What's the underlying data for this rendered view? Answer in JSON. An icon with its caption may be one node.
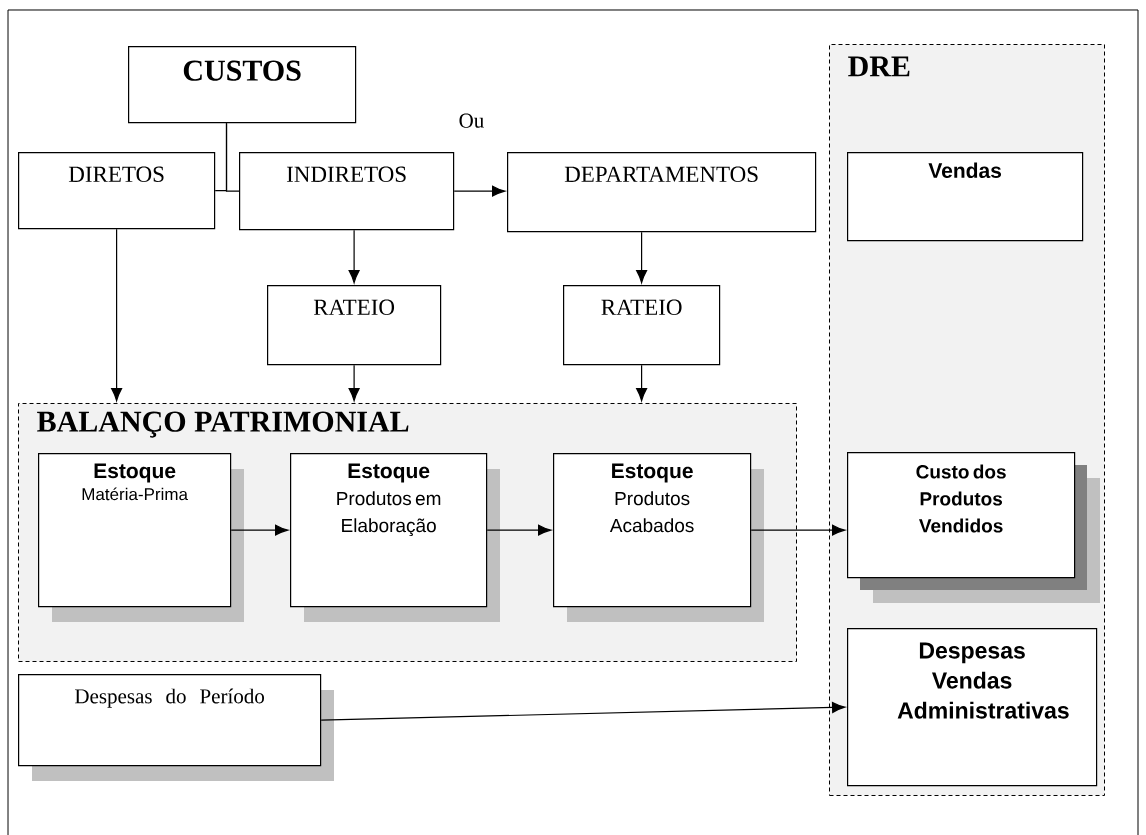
{
  "diagram": {
    "nodes": [
      {
        "text": [
          "CUSTOS"
        ]
      },
      {
        "text": [
          "DRE"
        ]
      },
      {
        "text": [
          "Vendas"
        ],
        "in": 1
      },
      {
        "text": [
          "DIRETOS"
        ]
      },
      {
        "text": [
          "INDIRETOS"
        ]
      },
      {
        "text": [
          "DEPARTAMENTOS"
        ]
      },
      {
        "text": [
          "RATEIO"
        ]
      },
      {
        "text": [
          "RATEIO"
        ]
      },
      {
        "text": [
          "BALANÇO PATRIMONIAL"
        ]
      },
      {
        "text": [
          "Estoque",
          "Matéria-Prima"
        ],
        "in": 8
      },
      {
        "text": [
          "Estoque",
          "Produtos em Elaboração"
        ],
        "in": 8
      },
      {
        "text": [
          "Estoque",
          "Produtos Acabados"
        ],
        "in": 8
      },
      {
        "text": [
          "Custo dos Produtos Vendidos"
        ],
        "in": 1
      },
      {
        "text": [
          "Despesas do  Período"
        ]
      },
      {
        "text": [
          "Despesas Vendas Administrativas"
        ],
        "in": 1
      }
    ],
    "edges": [
      {
        "from": 0,
        "to": 3,
        "arrow": "none"
      },
      {
        "from": 0,
        "to": 4,
        "arrow": "none"
      },
      {
        "from": 4,
        "to": 5,
        "arrow": "to"
      },
      {
        "from": 3,
        "to": 8,
        "arrow": "to"
      },
      {
        "from": 4,
        "to": 6,
        "arrow": "to"
      },
      {
        "from": 6,
        "to": 8,
        "arrow": "to"
      },
      {
        "from": 5,
        "to": 7,
        "arrow": "to"
      },
      {
        "from": 7,
        "to": 8,
        "arrow": "to"
      },
      {
        "from": 9,
        "to": 10,
        "arrow": "to"
      },
      {
        "from": 10,
        "to": 11,
        "arrow": "to"
      },
      {
        "from": 11,
        "to": 12,
        "arrow": "to"
      },
      {
        "from": 13,
        "to": 14,
        "arrow": "to"
      }
    ],
    "labels": [
      "Ou"
    ]
  }
}
